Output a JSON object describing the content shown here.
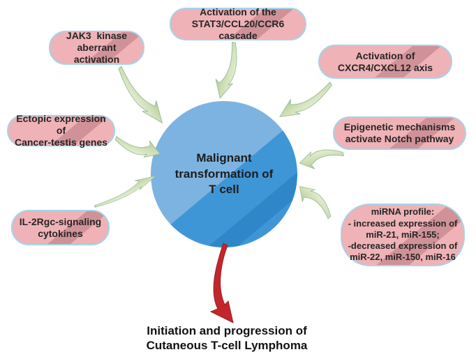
{
  "diagram": {
    "center_label": "Malignant\ntransformation of\nT cell",
    "factors": [
      {
        "id": "jak3",
        "label": "JAK3  kinase\naberrant  activation"
      },
      {
        "id": "stat3",
        "label": "Activation of the\nSTAT3/CCL20/CCR6 cascade"
      },
      {
        "id": "cxcr4",
        "label": "Activation of\nCXCR4/CXCL12 axis"
      },
      {
        "id": "ectopic",
        "label": "Ectopic expression of\nCancer-testis genes"
      },
      {
        "id": "epigenetic",
        "label": "Epigenetic mechanisms\nactivate Notch pathway"
      },
      {
        "id": "il2rgc",
        "label": "IL-2Rgc-signaling\ncytokines"
      },
      {
        "id": "mirna",
        "label": "miRNA profile:\n- increased expression of\nmiR-21, miR-155;\n-decreased expression of\nmiR-22, miR-150, miR-16"
      }
    ],
    "outcome_label": "Initiation and progression of\nCutaneous T-cell Lymphoma",
    "colors": {
      "box_fill": "#efb2b7",
      "box_border": "#a6d3e8",
      "circle_light": "#7db3e0",
      "circle_dark": "#3f96d6",
      "circle_stripe": "#2f87ca",
      "arrow_green_light": "#e7eed3",
      "arrow_green_dark": "#bcd19e",
      "arrow_red": "#c2262b",
      "text": "#252525"
    }
  }
}
